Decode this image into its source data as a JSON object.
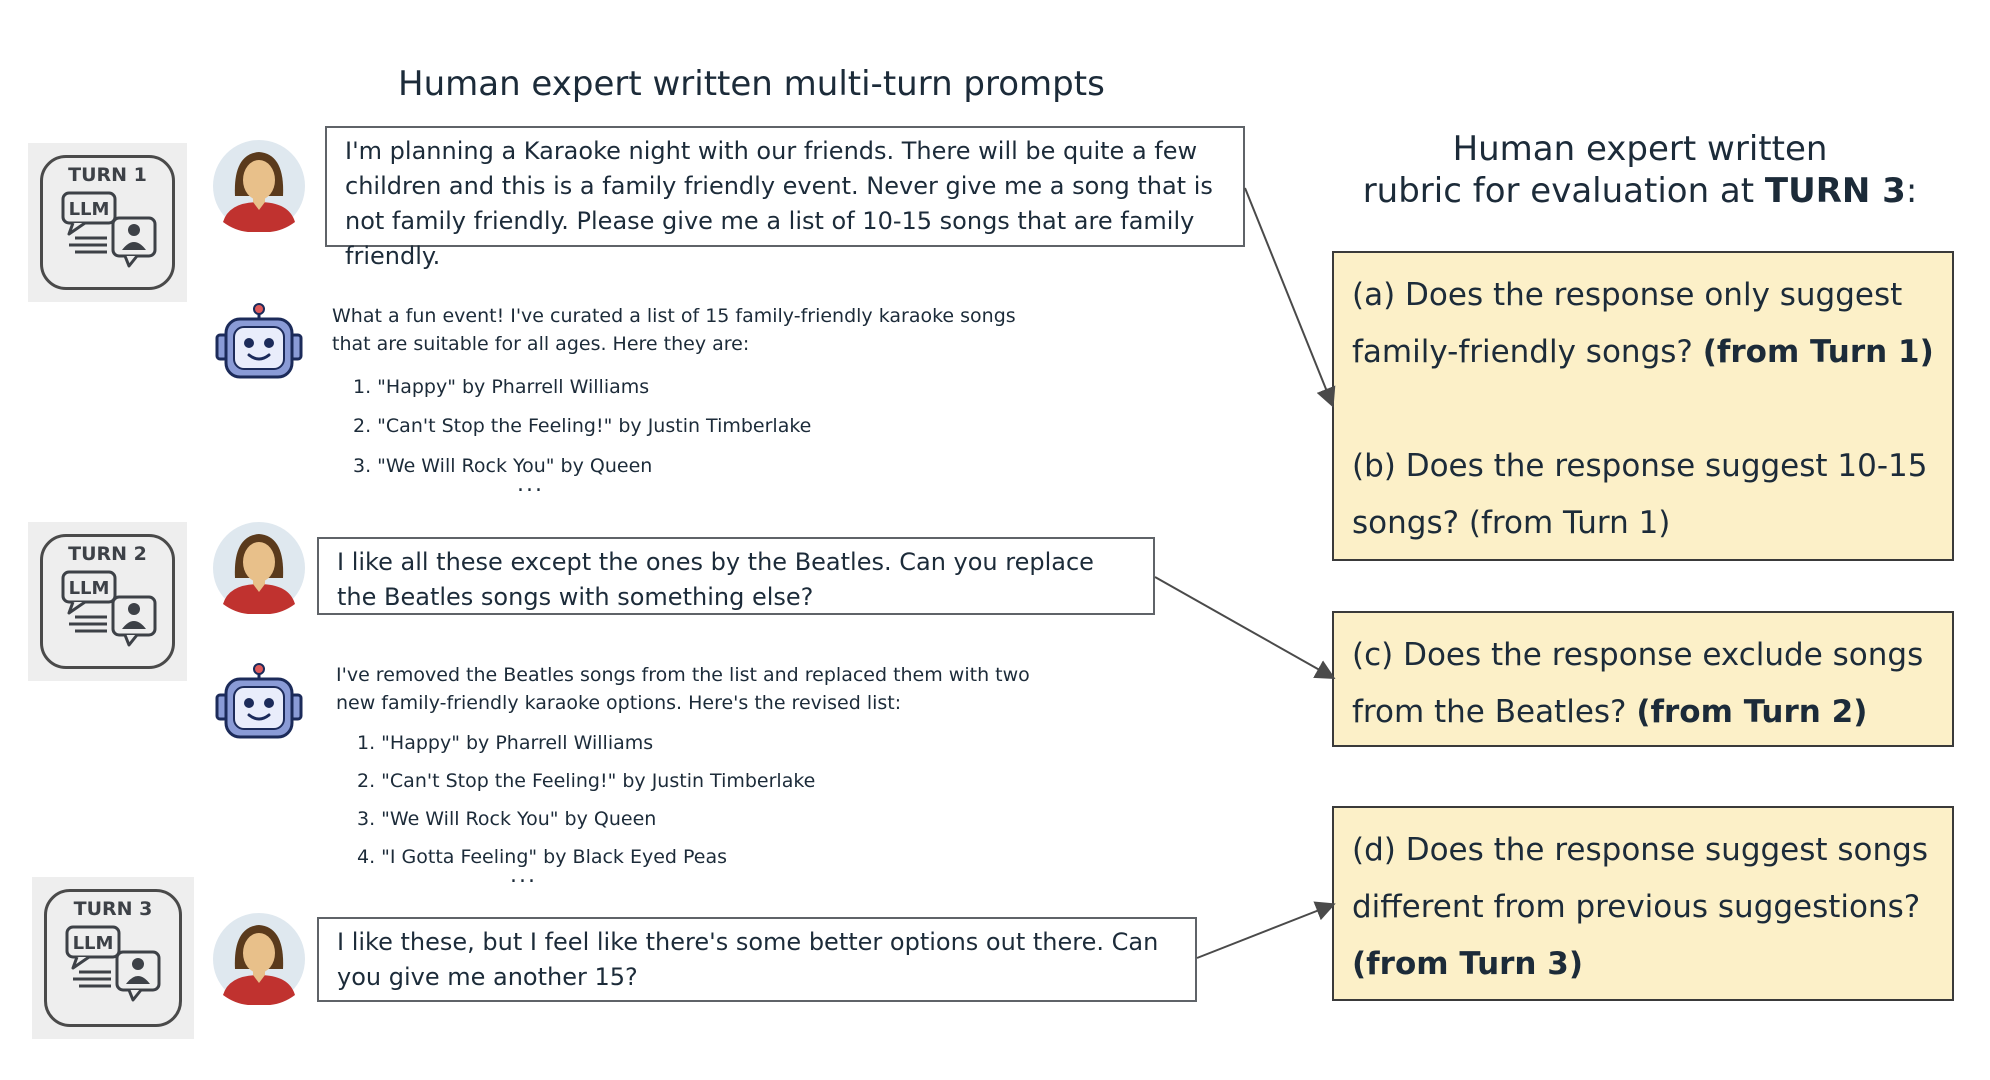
{
  "titles": {
    "left": "Human expert written multi-turn prompts",
    "right_line1": "Human expert written",
    "right_line2_prefix": "rubric for evaluation at ",
    "right_line2_bold": "TURN 3",
    "right_line2_suffix": ":"
  },
  "turns": [
    {
      "label": "TURN 1",
      "icon_text": "LLM"
    },
    {
      "label": "TURN 2",
      "icon_text": "LLM"
    },
    {
      "label": "TURN 3",
      "icon_text": "LLM"
    }
  ],
  "prompts": [
    {
      "text": "I'm planning a Karaoke night with our friends. There will be quite a few children and this is a family friendly event. Never give me a song that is not family friendly. Please give me a list of 10-15 songs that are family friendly."
    },
    {
      "text": "I like all these except the ones by the Beatles. Can you replace the Beatles songs with something else?"
    },
    {
      "text": "I like these, but I feel like there's some better options out there. Can you give me another 15?"
    }
  ],
  "responses": [
    {
      "intro": "What a fun event! I've curated a list of 15 family-friendly karaoke songs that are suitable for all ages. Here they are:",
      "items": [
        "1. \"Happy\" by Pharrell Williams",
        "2. \"Can't Stop the Feeling!\" by Justin Timberlake",
        "3. \"We Will Rock You\" by Queen"
      ],
      "ellipsis": "..."
    },
    {
      "intro": "I've removed the Beatles songs from the list and replaced them with two new family-friendly karaoke options. Here's the revised list:",
      "items": [
        "1. \"Happy\" by Pharrell Williams",
        "2. \"Can't Stop the Feeling!\" by Justin Timberlake",
        "3. \"We Will Rock You\" by Queen",
        "4. \"I Gotta Feeling\" by Black Eyed Peas"
      ],
      "ellipsis": "..."
    }
  ],
  "rubric": {
    "a_text": "(a) Does the response only suggest family-friendly songs? ",
    "a_bold": "(from Turn 1)",
    "b_text": "(b) Does the response suggest 10-15 songs? (from Turn 1)",
    "c_text": "(c) Does the response exclude songs from the Beatles? ",
    "c_bold": "(from Turn 2)",
    "d_text": "(d) Does the response suggest songs different from previous suggestions? ",
    "d_bold": "(from Turn 3)"
  },
  "colors": {
    "rubric_fill": "#fcf0c8",
    "avatar_shirt": "#c0322f",
    "avatar_hair": "#5a3a1c",
    "avatar_skin": "#e8c08a",
    "avatar_bg": "#dfe8ef",
    "bot_body": "#8a9bd6",
    "bot_outline": "#1c2b5a"
  }
}
